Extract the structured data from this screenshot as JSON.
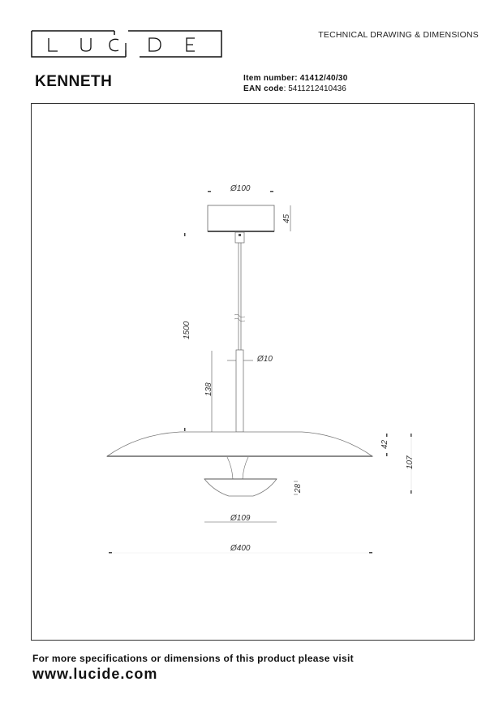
{
  "header": {
    "brand": "LUCIDE",
    "subtitle": "TECHNICAL DRAWING & DIMENSIONS",
    "product_name": "KENNETH",
    "item_number_label": "Item number:",
    "item_number": "41412/40/30",
    "ean_label": "EAN code",
    "ean": ": 5411212410436"
  },
  "drawing": {
    "dimensions": {
      "canopy_diameter": "Ø100",
      "canopy_height": "45",
      "cable_length": "1500",
      "rod_diameter": "Ø10",
      "rod_length": "138",
      "shade_height": "42",
      "total_height": "107",
      "diffuser_height": "28",
      "diffuser_diameter": "Ø109",
      "shade_diameter": "Ø400"
    }
  },
  "footer": {
    "note": "For more specifications or dimensions of this product please visit",
    "url": "www.lucide.com"
  }
}
